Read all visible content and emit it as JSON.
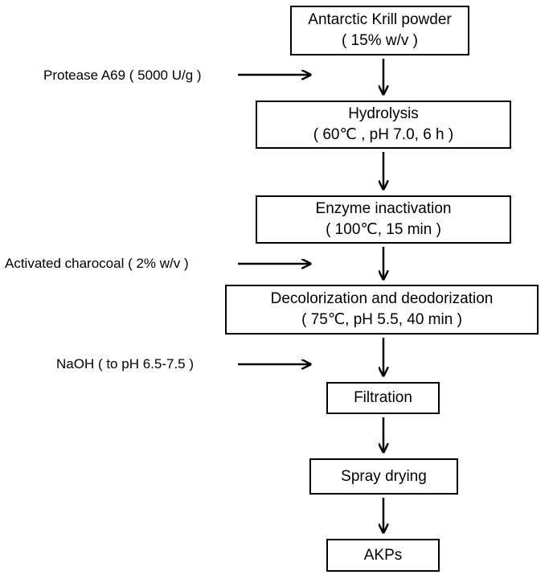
{
  "steps": [
    {
      "title": "Antarctic Krill powder",
      "detail": "( 15% w/v )"
    },
    {
      "title": "Hydrolysis",
      "detail": "( 60℃ ,   pH 7.0, 6 h )"
    },
    {
      "title": "Enzyme inactivation",
      "detail": "( 100℃, 15 min )"
    },
    {
      "title": "Decolorization and deodorization",
      "detail": "( 75℃, pH 5.5, 40 min )"
    },
    {
      "title": "Filtration"
    },
    {
      "title": "Spray drying"
    },
    {
      "title": "AKPs"
    }
  ],
  "inputs": [
    {
      "label": "Protease A69 ( 5000 U/g )"
    },
    {
      "label": "Activated charocoal ( 2% w/v )"
    },
    {
      "label": "NaOH ( to pH 6.5-7.5 )"
    }
  ]
}
